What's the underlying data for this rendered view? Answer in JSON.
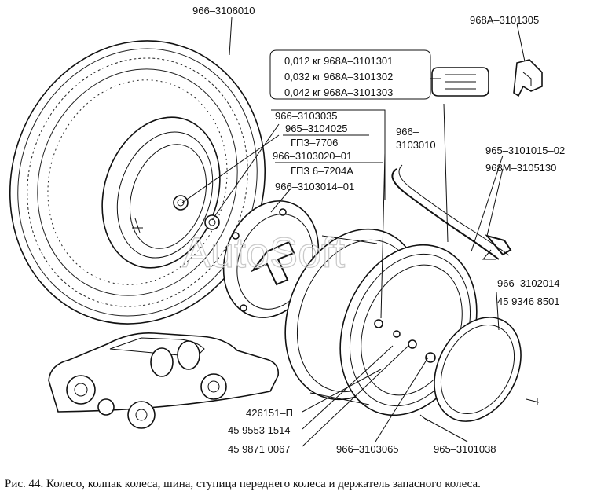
{
  "labels": {
    "tire": "966–3106010",
    "weight_part": "968A–3101305",
    "weight1": "0,012  кг 968A–3101301",
    "weight2": "0,032  кг 968A–3101302",
    "weight3": "0,042  кг 968A–3101303",
    "bearing1": "966–3103035",
    "bearing2": "965–3104025",
    "bearing3": "ГПЗ–7706",
    "bearing4": "966–3103020–01",
    "bearing5": "ГПЗ 6–7204А",
    "hub": "966–3103014–01",
    "rim_a": "966–",
    "rim_b": "3103010",
    "holder1": "965–3101015–02",
    "holder2": "968M–3105130",
    "cap1": "966–3102014",
    "cap2": "45 9346 8501",
    "nut1": "426151–П",
    "nut2": "45 9553 1514",
    "nut3": "45 9871 0067",
    "stud": "966–3103065",
    "bolt": "965–3101038"
  },
  "watermark": "AutoSoft",
  "caption": "Рис. 44. Колесо, колпак колеса, шина, ступица переднего колеса и держатель запасного колеса."
}
